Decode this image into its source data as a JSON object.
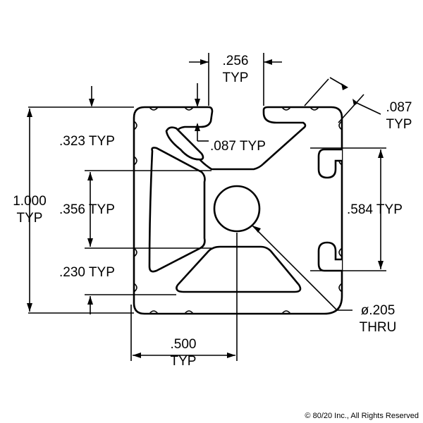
{
  "dimensions": {
    "slot_width": ".256",
    "slot_width_typ": "TYP",
    "lip_thickness": ".087",
    "lip_thickness_typ": "TYP",
    "slot_lip": ".087 TYP",
    "upper_offset": ".323 TYP",
    "center_cavity": ".356 TYP",
    "lower_offset": ".230 TYP",
    "overall_height": "1.000",
    "overall_height_typ": "TYP",
    "slot_opening": ".584 TYP",
    "center_distance": ".500",
    "center_distance_typ": "TYP",
    "hole_diameter": "ø.205",
    "hole_thru": "THRU"
  },
  "copyright": "© 80/20 Inc., All Rights Reserved"
}
